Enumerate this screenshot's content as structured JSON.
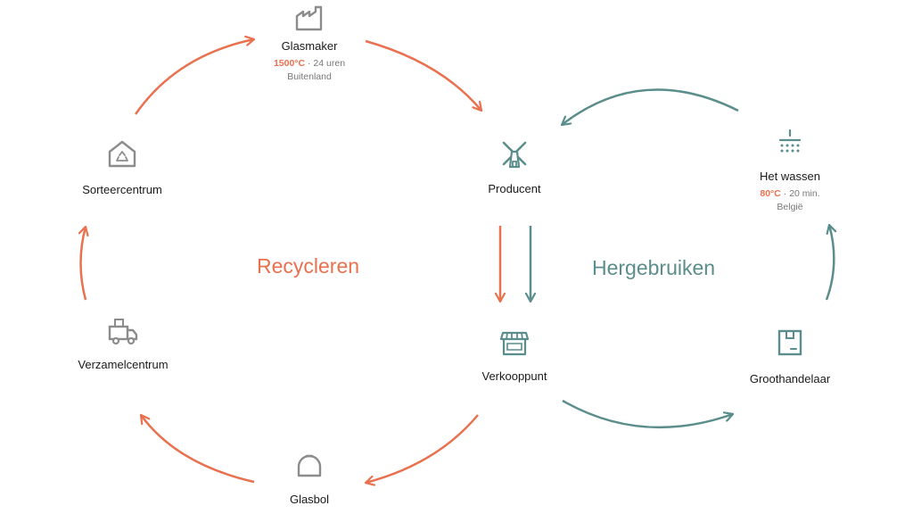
{
  "colors": {
    "recycle": "#e9714f",
    "reuse": "#5a8d8b",
    "icon_gray": "#8c8c8c",
    "icon_teal": "#5a8d8b",
    "meta_gray": "#777777"
  },
  "cycles": {
    "recycle": {
      "title": "Recycleren"
    },
    "reuse": {
      "title": "Hergebruiken"
    }
  },
  "nodes": {
    "glasmaker": {
      "label": "Glasmaker",
      "temperature": "1500°C",
      "separator": "·",
      "duration": "24 uren",
      "location": "Buitenland",
      "icon": "factory-icon"
    },
    "sorteercentrum": {
      "label": "Sorteercentrum",
      "icon": "recycle-house-icon"
    },
    "verzamelcentrum": {
      "label": "Verzamelcentrum",
      "icon": "delivery-truck-icon"
    },
    "glasbol": {
      "label": "Glasbol",
      "icon": "bottle-bank-icon"
    },
    "producent": {
      "label": "Producent",
      "icon": "windmill-icon"
    },
    "verkooppunt": {
      "label": "Verkooppunt",
      "icon": "shop-icon"
    },
    "groothandelaar": {
      "label": "Groothandelaar",
      "icon": "box-icon"
    },
    "het_wassen": {
      "label": "Het wassen",
      "temperature": "80°C",
      "separator": "·",
      "duration": "20 min.",
      "location": "België",
      "icon": "shower-icon"
    }
  }
}
